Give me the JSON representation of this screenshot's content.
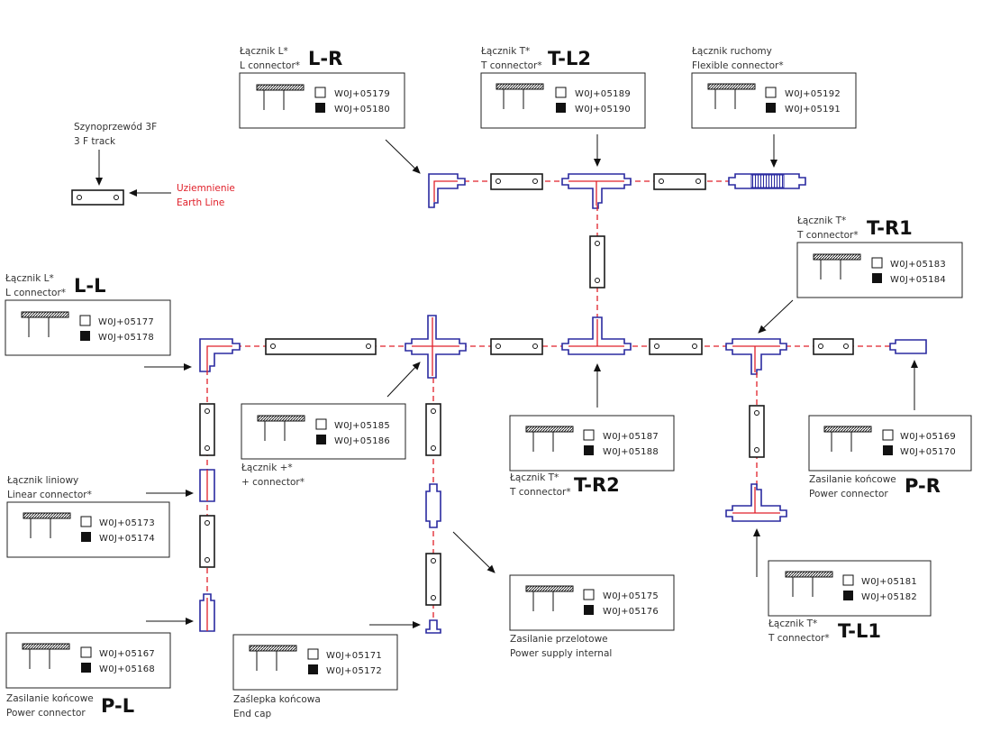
{
  "boxes": [
    {
      "id": "lr",
      "codes": [
        "W0J+05179",
        "W0J+05180"
      ],
      "label1": "Łącznik L*",
      "label2": "L connector*",
      "tag": "L-R"
    },
    {
      "id": "tl2",
      "codes": [
        "W0J+05189",
        "W0J+05190"
      ],
      "label1": "Łącznik T*",
      "label2": "T connector*",
      "tag": "T-L2"
    },
    {
      "id": "flex",
      "codes": [
        "W0J+05192",
        "W0J+05191"
      ],
      "label1": "Łącznik ruchomy",
      "label2": "Flexible connector*",
      "tag": ""
    },
    {
      "id": "tr1",
      "codes": [
        "W0J+05183",
        "W0J+05184"
      ],
      "label1": "Łącznik T*",
      "label2": "T connector*",
      "tag": "T-R1"
    },
    {
      "id": "ll",
      "codes": [
        "W0J+05177",
        "W0J+05178"
      ],
      "label1": "Łącznik L*",
      "label2": "L connector*",
      "tag": "L-L"
    },
    {
      "id": "plus",
      "codes": [
        "W0J+05185",
        "W0J+05186"
      ],
      "label1": "Łącznik +*",
      "label2": "+ connector*",
      "tag": ""
    },
    {
      "id": "tr2",
      "codes": [
        "W0J+05187",
        "W0J+05188"
      ],
      "label1": "Łącznik T*",
      "label2": "T connector*",
      "tag": "T-R2"
    },
    {
      "id": "pr",
      "codes": [
        "W0J+05169",
        "W0J+05170"
      ],
      "label1": "Zasilanie końcowe",
      "label2": "Power connector",
      "tag": "P-R"
    },
    {
      "id": "lin",
      "codes": [
        "W0J+05173",
        "W0J+05174"
      ],
      "label1": "Łącznik liniowy",
      "label2": "Linear connector*",
      "tag": ""
    },
    {
      "id": "psi",
      "codes": [
        "W0J+05175",
        "W0J+05176"
      ],
      "label1": "Zasilanie przelotowe",
      "label2": "Power supply internal",
      "tag": ""
    },
    {
      "id": "tl1",
      "codes": [
        "W0J+05181",
        "W0J+05182"
      ],
      "label1": "Łącznik T*",
      "label2": "T connector*",
      "tag": "T-L1"
    },
    {
      "id": "pl",
      "codes": [
        "W0J+05167",
        "W0J+05168"
      ],
      "label1": "Zasilanie końcowe",
      "label2": "Power connector",
      "tag": "P-L"
    },
    {
      "id": "cap",
      "codes": [
        "W0J+05171",
        "W0J+05172"
      ],
      "label1": "Zaślepka końcowa",
      "label2": "End cap",
      "tag": ""
    }
  ],
  "track_label": {
    "line1": "Szynoprzewód 3F",
    "line2": "3 F track"
  },
  "earth_label": {
    "line1": "Uziemnienie",
    "line2": "Earth Line"
  },
  "colors": {
    "earth": "#e0202a",
    "connector": "#2a2aa0",
    "track": "#1a1a1a"
  }
}
